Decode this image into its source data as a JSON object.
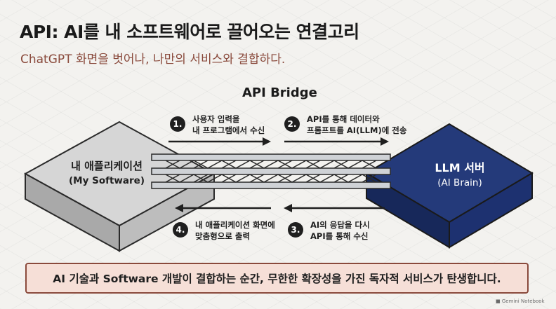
{
  "title": "API: AI를 내 소프트웨어로 끌어오는 연결고리",
  "subtitle": "ChatGPT 화면을 벗어나, 나만의 서비스와 결합하다.",
  "bridge_label": "API Bridge",
  "left_box": {
    "label": "내 애플리케이션",
    "sublabel": "(My Software)",
    "color": "#d3d3d3"
  },
  "right_box": {
    "label": "LLM 서버",
    "sublabel": "(AI Brain)",
    "color": "#243a7a"
  },
  "steps": [
    {
      "num": "1.",
      "line1": "사용자 입력을",
      "line2": "내 프로그램에서 수신"
    },
    {
      "num": "2.",
      "line1": "API를 통해 데이터와",
      "line2": "프롬프트를 AI(LLM)에 전송"
    },
    {
      "num": "3.",
      "line1": "AI의 응답을 다시",
      "line2": "API를 통해 수신"
    },
    {
      "num": "4.",
      "line1": "내 애플리케이션 화면에",
      "line2": "맞춤형으로 출력"
    }
  ],
  "banner_text": "AI 기술과 Software 개발이 결합하는 순간, 무한한 확장성을 가진 독자적 서비스가 탄생합니다.",
  "watermark": "Gemini Notebook",
  "colors": {
    "accent": "#8a4a3c",
    "banner_bg": "#f6dfd7",
    "bridge": "#cfd2d6"
  }
}
